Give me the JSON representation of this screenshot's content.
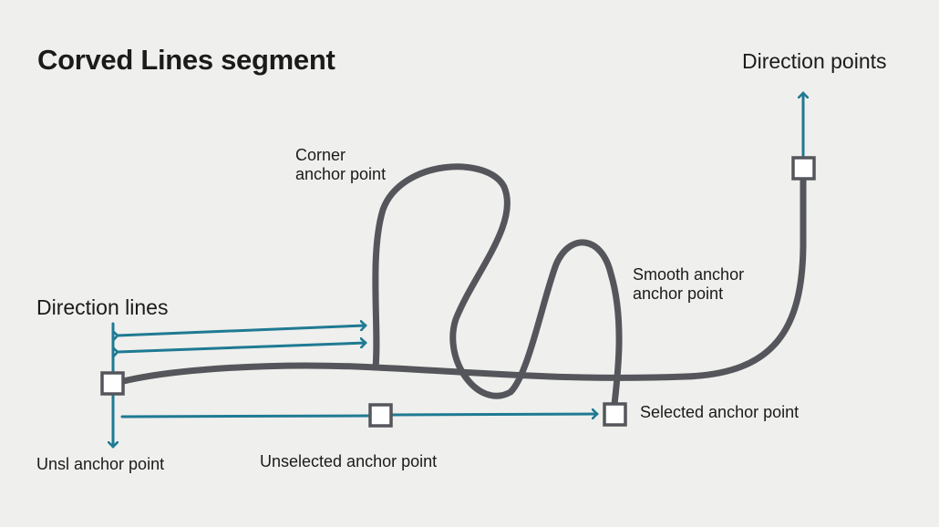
{
  "title": "Corved Lines segment",
  "labels": {
    "direction_points": "Direction points",
    "direction_lines": "Direction lines",
    "corner_anchor_line1": "Corner",
    "corner_anchor_line2": "anchor point",
    "smooth_anchor_line1": "Smooth anchor",
    "smooth_anchor_line2": "anchor point",
    "selected_anchor": "Selected anchor point",
    "unsl_anchor": "Unsl anchor point",
    "unselected_anchor": "Unselected anchor point"
  },
  "colors": {
    "background": "#efefed",
    "curve": "#55565b",
    "direction": "#1f7a93",
    "anchor_fill": "#ffffff",
    "text": "#1b1b1b"
  }
}
